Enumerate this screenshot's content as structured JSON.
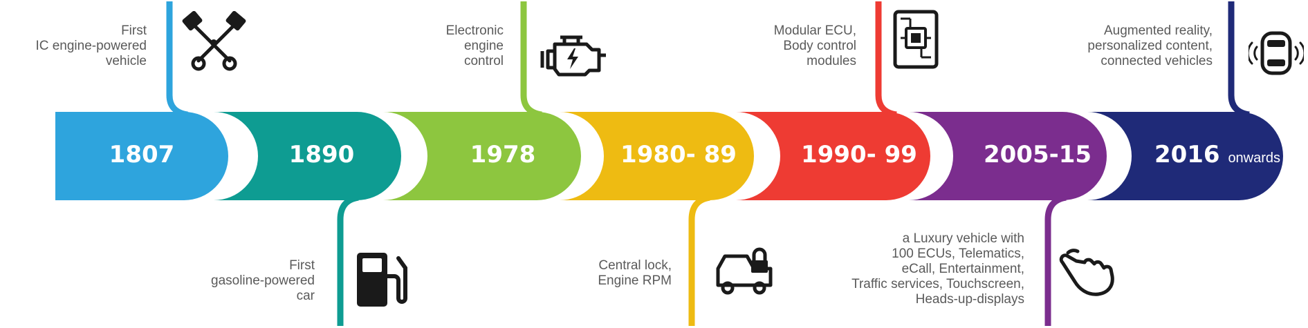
{
  "milestones": [
    {
      "year": "1807",
      "color": "#2EA4DD",
      "side": "top",
      "label": [
        "First",
        "IC engine-powered",
        "vehicle"
      ],
      "icon": "crossed-pistons-icon"
    },
    {
      "year": "1890",
      "color": "#0E9C92",
      "side": "bottom",
      "label": [
        "First",
        "gasoline-powered",
        "car"
      ],
      "icon": "fuel-pump-icon"
    },
    {
      "year": "1978",
      "color": "#8DC63F",
      "side": "top",
      "label": [
        "Electronic",
        "engine",
        "control"
      ],
      "icon": "engine-icon"
    },
    {
      "year": "1980- 89",
      "color": "#EEBB12",
      "side": "bottom",
      "label": [
        "Central lock,",
        "Engine RPM"
      ],
      "icon": "locked-car-icon"
    },
    {
      "year": "1990- 99",
      "color": "#EE3B33",
      "side": "top",
      "label": [
        "Modular ECU,",
        "Body control",
        "modules"
      ],
      "icon": "circuit-board-icon"
    },
    {
      "year": "2005-15",
      "color": "#7B2D8E",
      "side": "bottom",
      "label": [
        "a Luxury vehicle with",
        "100 ECUs, Telematics,",
        "eCall, Entertainment,",
        "Traffic services, Touchscreen,",
        "Heads-up-displays"
      ],
      "icon": "touch-hand-icon"
    },
    {
      "year": "2016",
      "year_suffix": "onwards",
      "color": "#1F2A78",
      "side": "top",
      "label": [
        "Augmented reality,",
        "personalized content,",
        "connected vehicles"
      ],
      "icon": "connected-car-icon"
    }
  ]
}
